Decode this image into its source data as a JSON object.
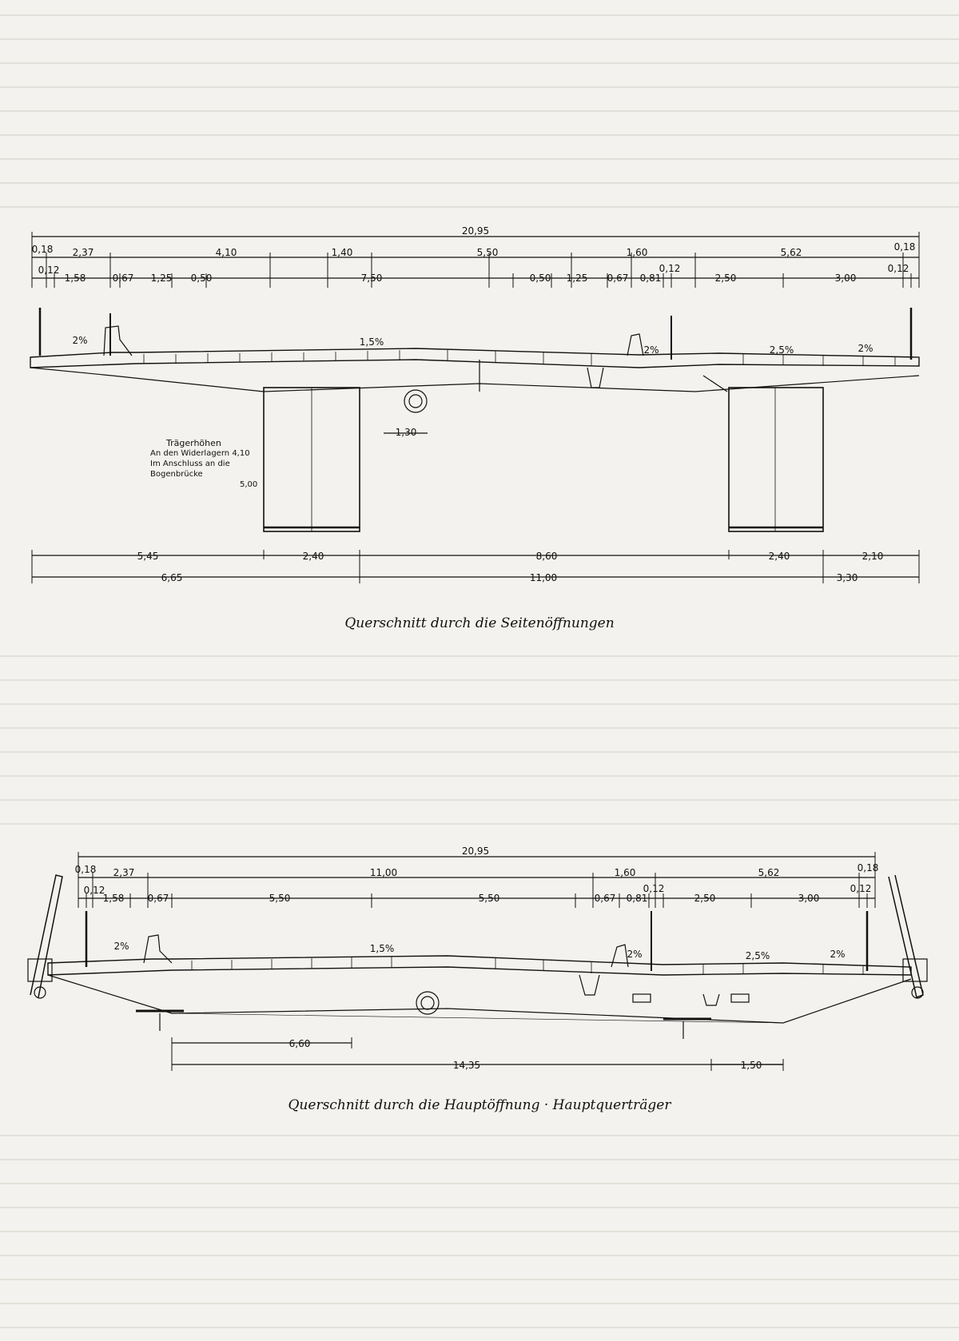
{
  "top_section": {
    "caption": "Querschnitt durch die Seitenöffnungen",
    "overall": "20,95",
    "row1": [
      "0,18",
      "2,37",
      "4,10",
      "1,40",
      "5,50",
      "1,60",
      "5,62",
      "0,18"
    ],
    "row2": [
      "0,12",
      "1,58",
      "0,67",
      "1,25",
      "0,50",
      "7,50",
      "0,50",
      "1,25",
      "0,67",
      "0,81",
      "0,12",
      "2,50",
      "3,00",
      "0,12"
    ],
    "slopes": [
      "2%",
      "1,5%",
      "2%",
      "2,5%",
      "2%"
    ],
    "web_dim": "1,30",
    "bottom_row1": [
      "5,45",
      "2,40",
      "8,60",
      "2,40",
      "2,10"
    ],
    "bottom_row2": [
      "6,65",
      "11,00",
      "3,30"
    ],
    "note": {
      "title": "Trägerhöhen",
      "line1": "An den Widerlagern",
      "val1": "4,10",
      "line2": "Im Anschluss an die",
      "line3": "Bogenbrücke",
      "val2": "5,00"
    }
  },
  "bottom_section": {
    "caption": "Querschnitt durch die Hauptöffnung · Hauptquerträger",
    "overall": "20,95",
    "row1": [
      "0,18",
      "2,37",
      "11,00",
      "1,60",
      "5,62",
      "0,18"
    ],
    "row2": [
      "0,12",
      "1,58",
      "0,67",
      "5,50",
      "5,50",
      "0,67",
      "0,81",
      "0,12",
      "2,50",
      "3,00",
      "0,12"
    ],
    "slopes": [
      "2%",
      "1,5%",
      "2%",
      "2,5%",
      "2%"
    ],
    "dim_a": "6,60",
    "dim_b": "14,35",
    "dim_c": "1,50"
  }
}
